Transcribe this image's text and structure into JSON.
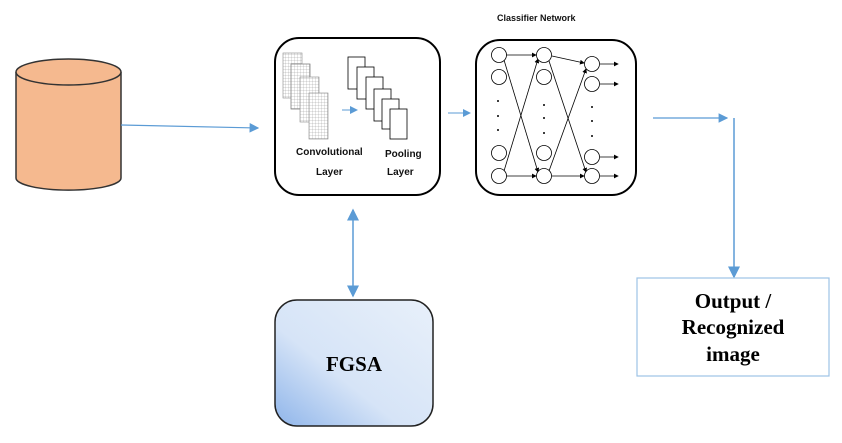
{
  "classifier_title": "Classifier Network",
  "conv_label": [
    "Convolutional",
    "Layer"
  ],
  "pool_label": [
    "Pooling",
    "Layer"
  ],
  "fgsa_label": "FGSA",
  "output_label": [
    "Output /",
    "Recognized",
    "image"
  ],
  "colors": {
    "database": "#f5b98f",
    "arrow": "#5b9bd5",
    "fgsa_light": "#e4edf9",
    "fgsa_dark": "#8fb5ea"
  }
}
